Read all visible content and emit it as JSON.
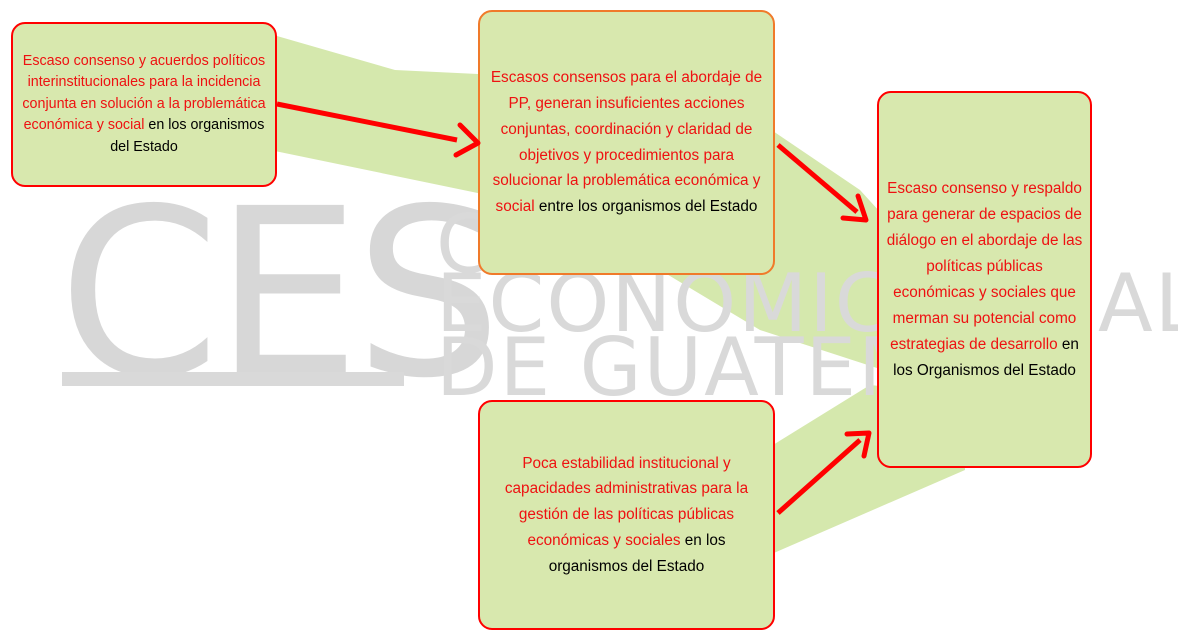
{
  "colors": {
    "band": "#d5e8ad",
    "box_fill": "#d8e8ae",
    "box_border": "#ff0000",
    "box2_border": "#f07a2a",
    "arrow": "#ff0000",
    "emphasis_text": "#ee1111",
    "watermark": "#d9d9d9"
  },
  "watermark": {
    "ces": "CES",
    "line1": "C",
    "line2": "ECONÓMICO",
    "line2_tail": "AL",
    "line3": "DE GUATEMA"
  },
  "box1": {
    "red": "Escaso consenso y acuerdos políticos interinstitucionales para la incidencia conjunta en solución a la problemática económica y social",
    "black": " en los organismos del Estado"
  },
  "box2": {
    "red": "Escasos consensos  para el abordaje de PP, generan insuficientes acciones conjuntas,  coordinación y claridad de objetivos  y procedimientos para solucionar la problemática económica y social",
    "black": "  entre los organismos del Estado"
  },
  "box3": {
    "red": "Escaso consenso y respaldo para generar de espacios de diálogo en el abordaje de las políticas públicas económicas y sociales que merman su potencial como estrategias de desarrollo",
    "black": " en los Organismos del Estado"
  },
  "box4": {
    "red": "Poca estabilidad institucional y capacidades administrativas para la gestión de las políticas públicas económicas y sociales",
    "black": " en los organismos del Estado"
  }
}
